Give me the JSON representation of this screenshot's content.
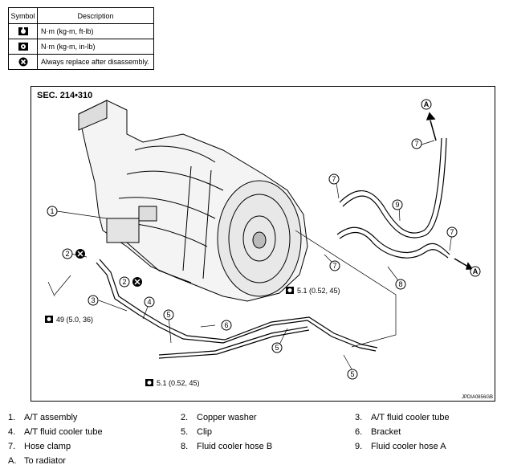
{
  "symbol_table": {
    "header_symbol": "Symbol",
    "header_description": "Description",
    "rows": [
      {
        "icon": "torque-wrench-icon",
        "description": "N·m (kg-m, ft-lb)"
      },
      {
        "icon": "torque-wrench-small-icon",
        "description": "N·m (kg-m, in-lb)"
      },
      {
        "icon": "always-replace-icon",
        "description": "Always replace after disassembly."
      }
    ]
  },
  "diagram": {
    "section": "SEC. 214•310",
    "callouts": [
      "1",
      "2",
      "2",
      "3",
      "4",
      "5",
      "5",
      "5",
      "6",
      "7",
      "7",
      "7",
      "7",
      "8",
      "9",
      "A",
      "A"
    ],
    "torque_1": "49 (5.0, 36)",
    "torque_2": "5.1 (0.52, 45)",
    "torque_3": "5.1 (0.52, 45)",
    "code": "JPDIA0856GB"
  },
  "legend": [
    {
      "num": "1.",
      "label": "A/T assembly"
    },
    {
      "num": "2.",
      "label": "Copper washer"
    },
    {
      "num": "3.",
      "label": "A/T fluid cooler tube"
    },
    {
      "num": "4.",
      "label": "A/T fluid cooler tube"
    },
    {
      "num": "5.",
      "label": "Clip"
    },
    {
      "num": "6.",
      "label": "Bracket"
    },
    {
      "num": "7.",
      "label": "Hose clamp"
    },
    {
      "num": "8.",
      "label": "Fluid cooler hose B"
    },
    {
      "num": "9.",
      "label": "Fluid cooler hose A"
    },
    {
      "num": "A.",
      "label": "To radiator"
    }
  ]
}
